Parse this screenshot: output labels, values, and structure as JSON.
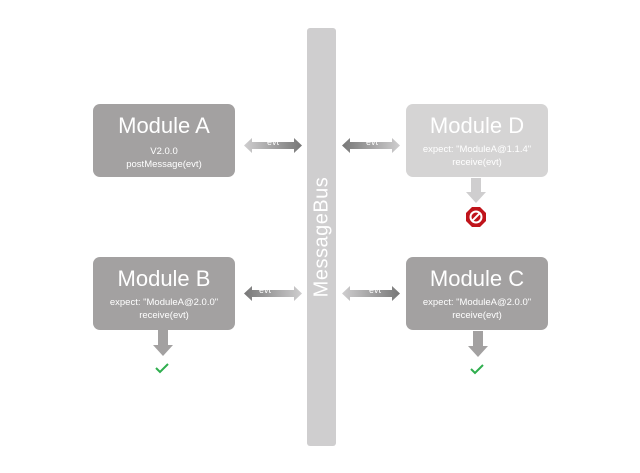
{
  "bus": {
    "label": "MessageBus"
  },
  "modules": {
    "a": {
      "title": "Module A",
      "line1": "V2.0.0",
      "line2": "postMessage(evt)"
    },
    "d": {
      "title": "Module D",
      "line1": "expect: \"ModuleA@1.1.4\"",
      "line2": "receive(evt)"
    },
    "b": {
      "title": "Module B",
      "line1": "expect: \"ModuleA@2.0.0\"",
      "line2": "receive(evt)"
    },
    "c": {
      "title": "Module C",
      "line1": "expect: \"ModuleA@2.0.0\"",
      "line2": "receive(evt)"
    }
  },
  "arrows": {
    "a": {
      "label": "evt",
      "direction": "to-bus"
    },
    "d": {
      "label": "evt",
      "direction": "to-module"
    },
    "b": {
      "label": "evt",
      "direction": "to-module"
    },
    "c": {
      "label": "evt",
      "direction": "to-module"
    }
  },
  "results": {
    "d": {
      "status": "blocked",
      "icon": "no-entry-icon",
      "color": "#c0141b"
    },
    "b": {
      "status": "accepted",
      "icon": "check-icon",
      "color": "#2fae4e"
    },
    "c": {
      "status": "accepted",
      "icon": "check-icon",
      "color": "#2fae4e"
    }
  },
  "colors": {
    "module": "#a3a1a1",
    "module_faded": "#d5d4d4",
    "bus": "#cfcecf",
    "arrow_dark": "#777777",
    "arrow_light": "#cfcecf"
  }
}
